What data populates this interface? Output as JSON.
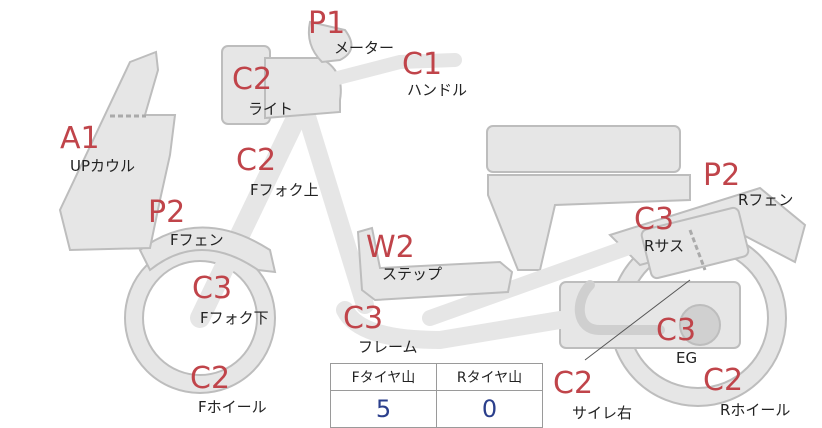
{
  "colors": {
    "code": "#c0444a",
    "part_fill": "#e6e6e6",
    "part_stroke": "#bdbdbd",
    "value": "#2b3f8c"
  },
  "parts": [
    {
      "code": "P1",
      "label": "メーター"
    },
    {
      "code": "C1",
      "label": "ハンドル"
    },
    {
      "code": "C2",
      "label": "ライト"
    },
    {
      "code": "A1",
      "label": "UPカウル"
    },
    {
      "code": "C2",
      "label": "Fフォク上"
    },
    {
      "code": "P2",
      "label": "Fフェン"
    },
    {
      "code": "C3",
      "label": "Fフォク下"
    },
    {
      "code": "C2",
      "label": "Fホイール"
    },
    {
      "code": "W2",
      "label": "ステップ"
    },
    {
      "code": "C3",
      "label": "フレーム"
    },
    {
      "code": "P2",
      "label": "Rフェン"
    },
    {
      "code": "C3",
      "label": "Rサス"
    },
    {
      "code": "C3",
      "label": "EG"
    },
    {
      "code": "C2",
      "label": "Rホイール"
    },
    {
      "code": "C2",
      "label": "サイレ右"
    }
  ],
  "tire_table": {
    "headers": [
      "Fタイヤ山",
      "Rタイヤ山"
    ],
    "values": [
      "5",
      "0"
    ]
  }
}
